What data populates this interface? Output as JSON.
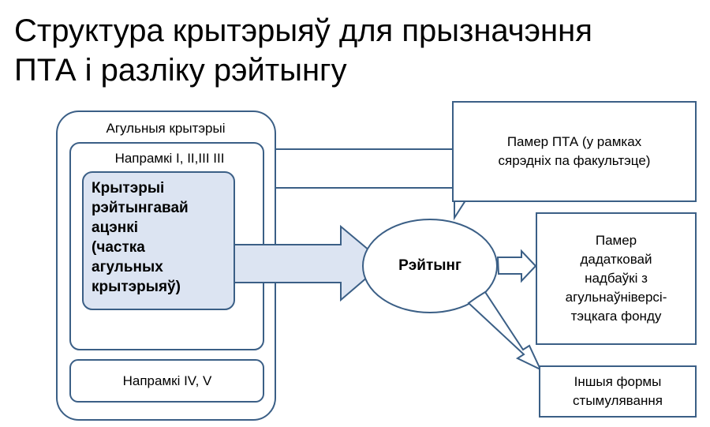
{
  "title": {
    "line1": "Структура крытэрыяў для прызначэння",
    "line2": "ПТА і разліку рэйтынгу"
  },
  "nodes": {
    "general_criteria": "Агульныя крытэрыі",
    "directions_1_3": "Напрамкі І, ІІ,ІІІ ІІІ",
    "rating_criteria": [
      "Крытэрыі",
      "рэйтынгавай",
      "ацэнкі",
      "(частка",
      "агульных",
      "крытэрыяў)"
    ],
    "directions_4_5": "Напрамкі IV, V",
    "pta_size": [
      "Памер ПТА (у рамках",
      "сярэдніх па факультэце)"
    ],
    "rating": "Рэйтынг",
    "bonus_size": [
      "Памер",
      "дадатковай",
      "надбаўкі з",
      "агульнаўніверсі-",
      "тэцкага фонду"
    ],
    "other_forms": [
      "Іншыя формы",
      "стымулявання"
    ]
  },
  "colors": {
    "stroke": "#3b5f86",
    "highlight_fill": "#dce4f2"
  }
}
